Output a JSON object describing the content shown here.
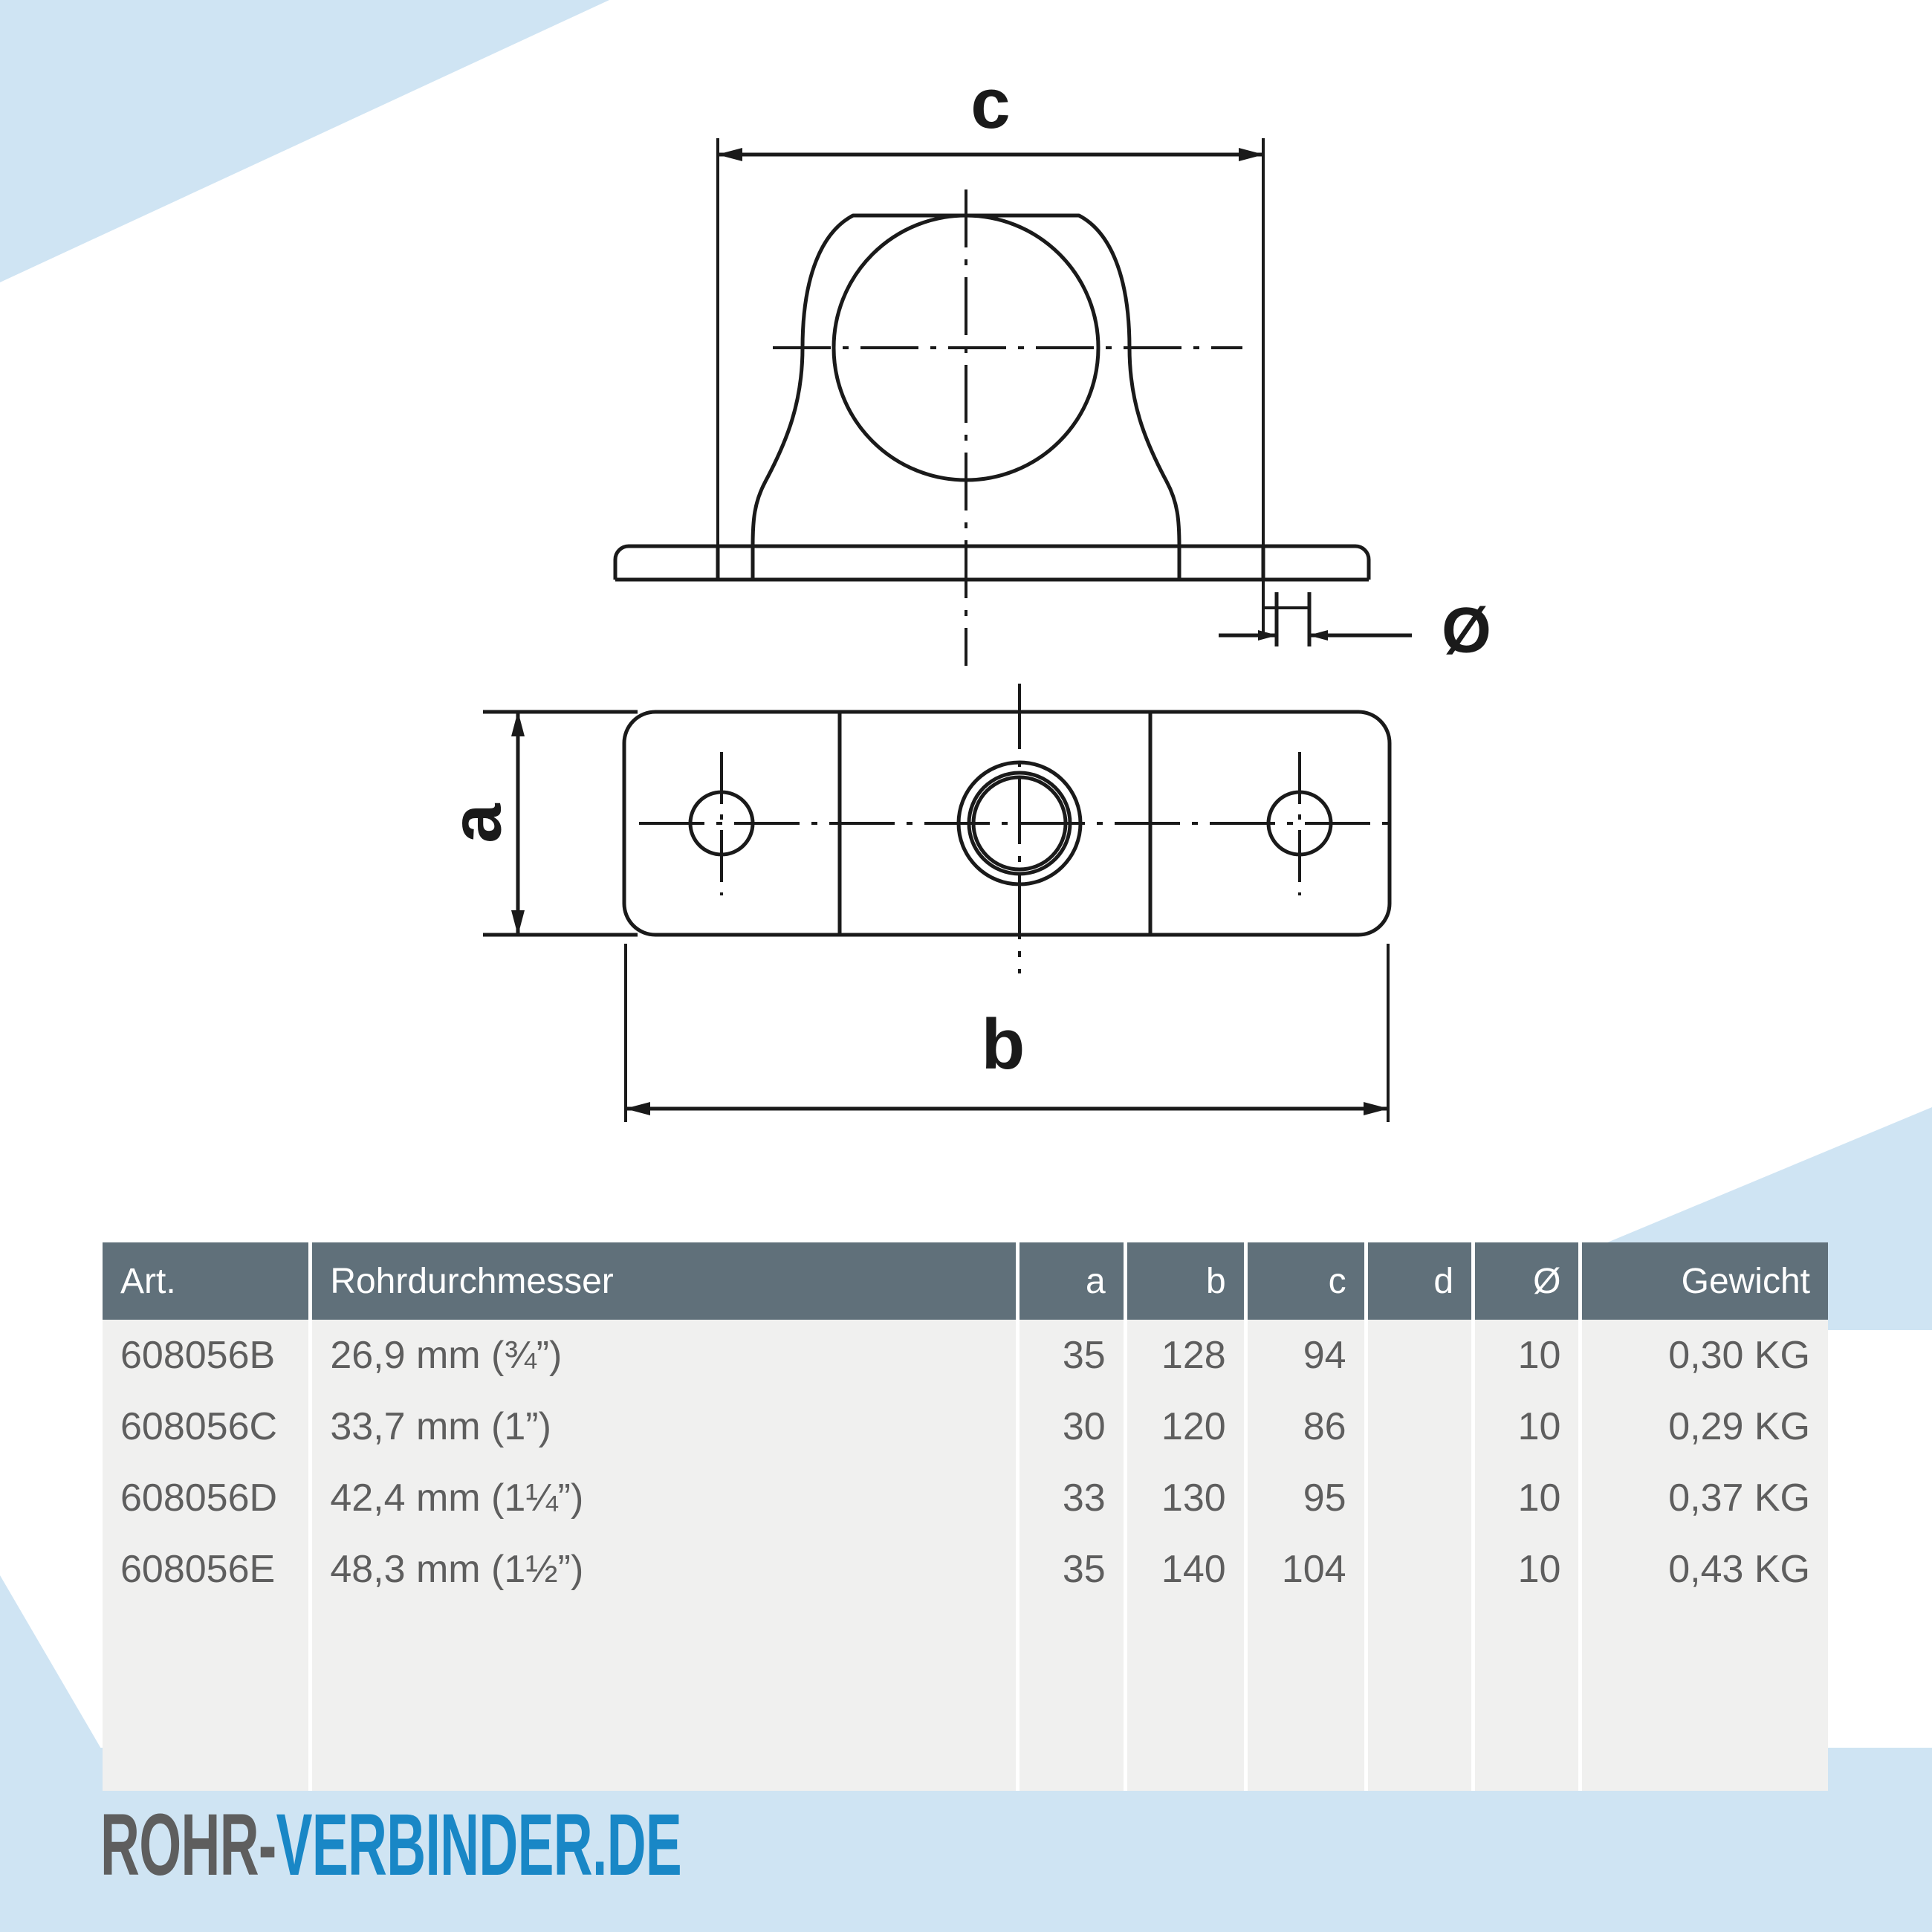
{
  "theme": {
    "accent_blue": "#1987c6",
    "pale_blue": "#cfe4f3",
    "table_header_bg": "#60707a",
    "table_body_bg": "#f0f0ef",
    "text_gray": "#5e5e5e",
    "line_black": "#1a1a1a"
  },
  "drawing": {
    "front_view": {
      "dimension_c_label": "c",
      "dimension_dia_label": "Ø"
    },
    "top_view": {
      "dimension_a_label": "a",
      "dimension_b_label": "b"
    }
  },
  "table": {
    "columns": [
      {
        "key": "art",
        "label": "Art.",
        "align": "left"
      },
      {
        "key": "rohr",
        "label": "Rohrdurchmesser",
        "align": "left"
      },
      {
        "key": "a",
        "label": "a",
        "align": "right"
      },
      {
        "key": "b",
        "label": "b",
        "align": "right"
      },
      {
        "key": "c",
        "label": "c",
        "align": "right"
      },
      {
        "key": "d",
        "label": "d",
        "align": "right"
      },
      {
        "key": "dia",
        "label": "Ø",
        "align": "right"
      },
      {
        "key": "gewicht",
        "label": "Gewicht",
        "align": "right"
      }
    ],
    "rows": [
      {
        "art": "608056B",
        "rohr": "26,9 mm (¾”)",
        "a": "35",
        "b": "128",
        "c": "94",
        "d": "",
        "dia": "10",
        "gewicht": "0,30 KG"
      },
      {
        "art": "608056C",
        "rohr": "33,7 mm (1”)",
        "a": "30",
        "b": "120",
        "c": "86",
        "d": "",
        "dia": "10",
        "gewicht": "0,29 KG"
      },
      {
        "art": "608056D",
        "rohr": "42,4 mm (1¼”)",
        "a": "33",
        "b": "130",
        "c": "95",
        "d": "",
        "dia": "10",
        "gewicht": "0,37 KG"
      },
      {
        "art": "608056E",
        "rohr": "48,3 mm (1½”)",
        "a": "35",
        "b": "140",
        "c": "104",
        "d": "",
        "dia": "10",
        "gewicht": "0,43 KG"
      }
    ]
  },
  "logo": {
    "part_one": "ROHR-",
    "part_two": "VERBINDER.DE"
  }
}
